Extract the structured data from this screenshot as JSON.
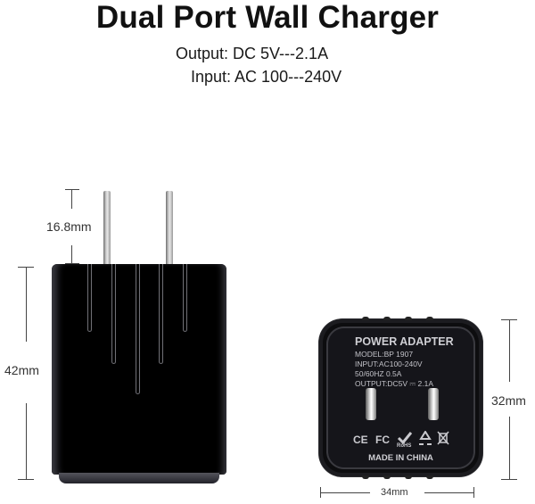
{
  "header": {
    "title": "Dual Port Wall Charger",
    "output_spec": "Output: DC 5V---2.1A",
    "input_spec": "Input: AC 100---240V"
  },
  "side_view": {
    "prong_length": "16.8mm",
    "height": "42mm",
    "body_color": "#000000",
    "prong_color": "#c9c9c9"
  },
  "front_view": {
    "label_title": "POWER ADAPTER",
    "label_lines": [
      "MODEL:BP 1907",
      "INPUT:AC100-240V",
      "50/60HZ 0.5A",
      "OUTPUT:DC5V ⎓ 2.1A"
    ],
    "certifications": [
      "CE",
      "FC",
      "RoHS",
      "recycle",
      "weee"
    ],
    "made_in": "MADE IN CHINA",
    "width": "34mm",
    "height": "32mm"
  }
}
